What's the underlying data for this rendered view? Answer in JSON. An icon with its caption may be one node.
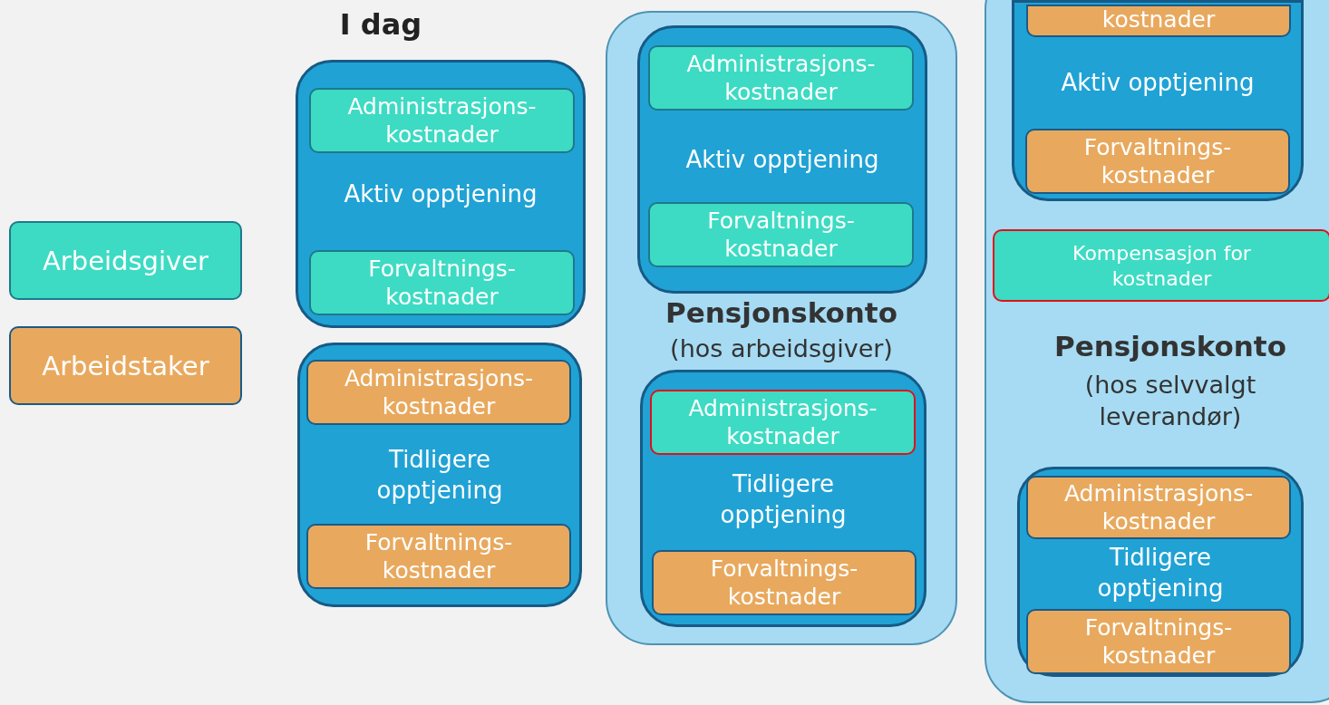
{
  "diagram": {
    "title": "I dag",
    "nodes": [
      {
        "text": [
          "Arbeidsgiver"
        ]
      },
      {
        "text": [
          "Arbeidstaker"
        ]
      },
      {
        "text": [
          "Aktiv opptjening"
        ]
      },
      {
        "text": [
          "Administrasjons- kostnader"
        ],
        "in": 2
      },
      {
        "text": [
          "Forvaltnings- kostnader"
        ],
        "in": 2
      },
      {
        "text": [
          "Tidligere opptjening"
        ]
      },
      {
        "text": [
          "Administrasjons- kostnader"
        ],
        "in": 5
      },
      {
        "text": [
          "Forvaltnings- kostnader"
        ],
        "in": 5
      },
      {
        "text": [
          "Pensjonskonto",
          "(hos arbeidsgiver)"
        ]
      },
      {
        "text": [
          "Aktiv opptjening"
        ],
        "in": 8
      },
      {
        "text": [
          "Administrasjons- kostnader"
        ],
        "in": 9
      },
      {
        "text": [
          "Forvaltnings- kostnader"
        ],
        "in": 9
      },
      {
        "text": [
          "Tidligere opptjening"
        ],
        "in": 8
      },
      {
        "text": [
          "Administrasjons- kostnader"
        ],
        "in": 12
      },
      {
        "text": [
          "Forvaltnings- kostnader"
        ],
        "in": 12
      },
      {
        "text": [
          "Pensjonskonto",
          "(hos selvvalgt leverandør)"
        ]
      },
      {
        "text": [
          "Aktiv opptjening"
        ],
        "in": 15
      },
      {
        "text": [
          "kostnader"
        ],
        "in": 16
      },
      {
        "text": [
          "Forvaltnings- kostnader"
        ],
        "in": 16
      },
      {
        "text": [
          "Kompensasjon for kostnader"
        ],
        "in": 15
      },
      {
        "text": [
          "Tidligere opptjening"
        ],
        "in": 15
      },
      {
        "text": [
          "Administrasjons- kostnader"
        ],
        "in": 20
      },
      {
        "text": [
          "Forvaltnings- kostnader"
        ],
        "in": 20
      }
    ]
  }
}
